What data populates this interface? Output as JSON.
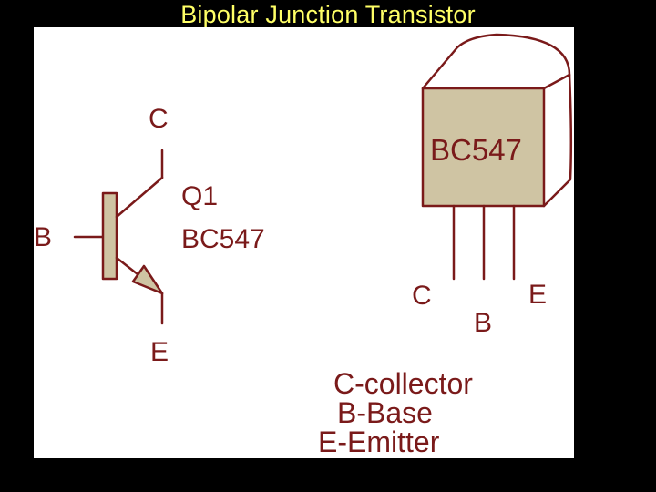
{
  "title": "Bipolar Junction Transistor",
  "symbol": {
    "collector_label": "C",
    "base_label": "B",
    "emitter_label": "E",
    "designator": "Q1",
    "part_value": "BC547"
  },
  "package": {
    "marking": "BC547",
    "pin_left": "C",
    "pin_middle": "B",
    "pin_right": "E"
  },
  "legend": [
    "C-collector",
    "B-Base",
    "E-Emitter"
  ],
  "colors": {
    "background": "#000000",
    "panel": "#ffffff",
    "title_text": "#ffff66",
    "line": "#7a1a1a",
    "body_fill": "#cfc4a3"
  }
}
